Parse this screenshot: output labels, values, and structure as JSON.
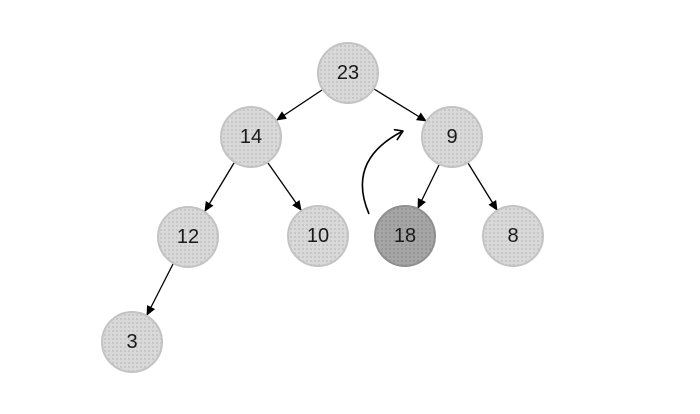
{
  "diagram": {
    "type": "binary-tree",
    "nodes": {
      "n23": {
        "value": "23",
        "highlighted": false
      },
      "n14": {
        "value": "14",
        "highlighted": false
      },
      "n9": {
        "value": "9",
        "highlighted": false
      },
      "n12": {
        "value": "12",
        "highlighted": false
      },
      "n10": {
        "value": "10",
        "highlighted": false
      },
      "n18": {
        "value": "18",
        "highlighted": true
      },
      "n8": {
        "value": "8",
        "highlighted": false
      },
      "n3": {
        "value": "3",
        "highlighted": false
      }
    },
    "edges": [
      {
        "from": "23",
        "to": "14"
      },
      {
        "from": "23",
        "to": "9"
      },
      {
        "from": "14",
        "to": "12"
      },
      {
        "from": "14",
        "to": "10"
      },
      {
        "from": "9",
        "to": "18"
      },
      {
        "from": "9",
        "to": "8"
      },
      {
        "from": "12",
        "to": "3"
      }
    ],
    "annotation_arrow": {
      "from": "18",
      "to": "9",
      "style": "curved-open-arrowhead"
    },
    "colors": {
      "background": "#ffffff",
      "node_fill": "#d9d9d9",
      "node_border": "#c3c3c3",
      "highlight_fill": "#a6a6a6",
      "highlight_border": "#8f8f8f",
      "edge": "#000000",
      "text": "#1a1a1a"
    }
  }
}
